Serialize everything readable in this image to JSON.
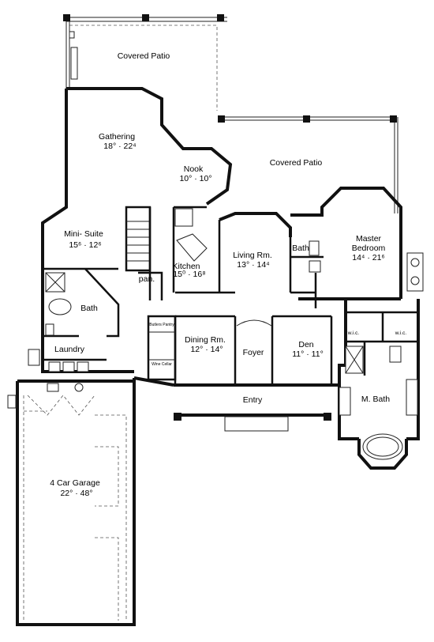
{
  "rooms": {
    "covered_patio_top": {
      "name": "Covered Patio"
    },
    "covered_patio_right": {
      "name": "Covered Patio"
    },
    "gathering": {
      "name": "Gathering",
      "dims": "18° · 22⁴"
    },
    "nook": {
      "name": "Nook",
      "dims": "10° · 10°"
    },
    "mini_suite": {
      "name": "Mini- Suite",
      "dims": "15⁶ · 12⁶"
    },
    "bath_left": {
      "name": "Bath"
    },
    "laundry": {
      "name": "Laundry"
    },
    "kitchen": {
      "name": "Kitchen",
      "dims": "15⁰ · 16⁸"
    },
    "pantry": {
      "name": "pan."
    },
    "living": {
      "name": "Living Rm.",
      "dims": "13° · 14⁴"
    },
    "bath_mid": {
      "name": "Bath"
    },
    "master": {
      "name": "Master",
      "name2": "Bedroom",
      "dims": "14⁴ · 21⁶"
    },
    "dining": {
      "name": "Dining Rm.",
      "dims": "12° · 14°"
    },
    "foyer": {
      "name": "Foyer"
    },
    "den": {
      "name": "Den",
      "dims": "11° · 11°"
    },
    "wic_left": {
      "name": "w.i.c."
    },
    "wic_right": {
      "name": "w.i.c."
    },
    "butler_pantry": {
      "name": "Butlers Pantry"
    },
    "wine_cellar": {
      "name": "Wine Cellar"
    },
    "entry": {
      "name": "Entry"
    },
    "m_bath": {
      "name": "M. Bath"
    },
    "garage": {
      "name": "4 Car Garage",
      "dims": "22° · 48°"
    }
  }
}
